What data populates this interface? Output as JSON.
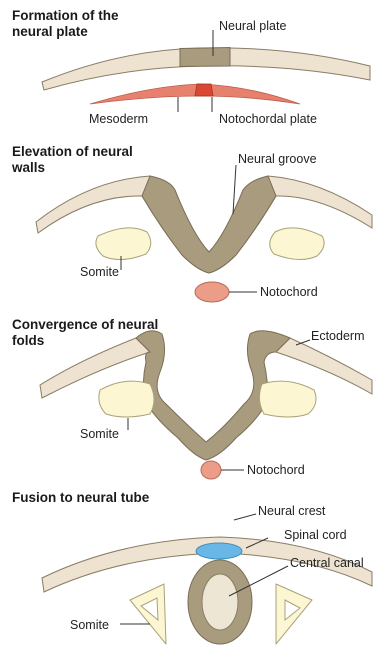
{
  "stages": [
    {
      "title": "Formation of the neural plate",
      "labels": {
        "neural_plate": "Neural plate",
        "mesoderm": "Mesoderm",
        "notochordal_plate": "Notochordal plate"
      }
    },
    {
      "title": "Elevation of neural walls",
      "labels": {
        "neural_groove": "Neural groove",
        "somite": "Somite",
        "notochord": "Notochord"
      }
    },
    {
      "title": "Convergence of neural folds",
      "labels": {
        "ectoderm": "Ectoderm",
        "somite": "Somite",
        "notochord": "Notochord"
      }
    },
    {
      "title": "Fusion to neural tube",
      "labels": {
        "neural_crest": "Neural crest",
        "spinal_cord": "Spinal cord",
        "central_canal": "Central canal",
        "somite": "Somite"
      }
    }
  ],
  "colors": {
    "ectoderm_fill": "#ede3d0",
    "ectoderm_stroke": "#8a7d66",
    "neural_tissue": "#a99b7e",
    "neural_tissue_stroke": "#7a6e57",
    "somite_fill": "#fcf6d2",
    "somite_stroke": "#a8a37a",
    "mesoderm_fill": "#e8806e",
    "notochord_fill": "#ec9d88",
    "notochordal_plate_fill": "#d94835",
    "neural_crest_fill": "#69b7e6",
    "central_canal_fill": "#eee6d4"
  }
}
